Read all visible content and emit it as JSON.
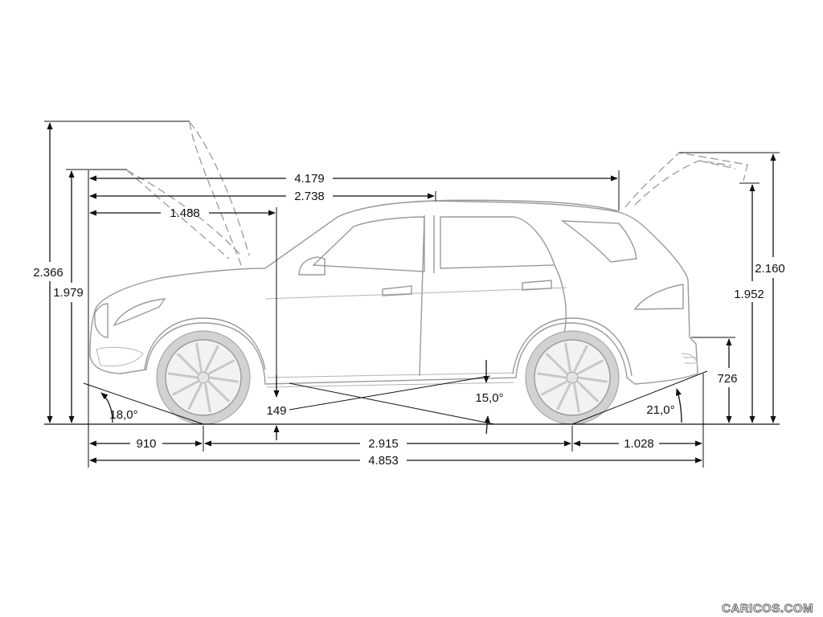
{
  "dimensions": {
    "overall_length": "4.853",
    "front_overhang": "910",
    "wheelbase": "2.915",
    "rear_overhang": "1.028",
    "body_length_top": "4.179",
    "front_to_b_pillar": "2.738",
    "front_to_a_pillar": "1.488",
    "height_hood_open": "2.366",
    "height_roof": "1.979",
    "height_tailgate_open": "2.160",
    "height_tailgate_open_inner": "1.952",
    "rear_load_height": "726",
    "ground_clearance": "149",
    "approach_angle": "18,0°",
    "departure_angle": "21,0°",
    "ramp_angle": "15,0°"
  },
  "watermark": "CARICOS.COM"
}
